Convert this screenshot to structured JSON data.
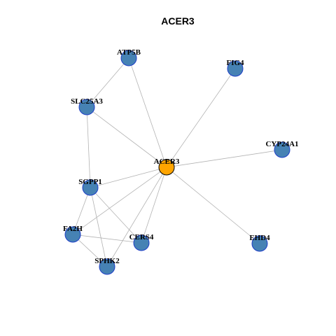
{
  "title": "ACER3",
  "colors": {
    "center_node": "#FFA500",
    "neighbor_node": "#4682B4",
    "node_border": "#1E3EC8",
    "center_border": "#000000",
    "edge": "#B3B3B3"
  },
  "nodes": [
    {
      "id": "ACER3",
      "label": "ACER3",
      "type": "center"
    },
    {
      "id": "ATP5B",
      "label": "ATP5B",
      "type": "neighbor"
    },
    {
      "id": "FIG4",
      "label": "FIG4",
      "type": "neighbor"
    },
    {
      "id": "SLC25A3",
      "label": "SLC25A3",
      "type": "neighbor"
    },
    {
      "id": "CYP24A1",
      "label": "CYP24A1",
      "type": "neighbor"
    },
    {
      "id": "SGPP1",
      "label": "SGPP1",
      "type": "neighbor"
    },
    {
      "id": "FA2H",
      "label": "FA2H",
      "type": "neighbor"
    },
    {
      "id": "CERS4",
      "label": "CERS4",
      "type": "neighbor"
    },
    {
      "id": "EHD4",
      "label": "EHD4",
      "type": "neighbor"
    },
    {
      "id": "SPHK2",
      "label": "SPHK2",
      "type": "neighbor"
    }
  ],
  "edges": [
    [
      "ACER3",
      "ATP5B"
    ],
    [
      "ACER3",
      "FIG4"
    ],
    [
      "ACER3",
      "SLC25A3"
    ],
    [
      "ACER3",
      "CYP24A1"
    ],
    [
      "ACER3",
      "SGPP1"
    ],
    [
      "ACER3",
      "FA2H"
    ],
    [
      "ACER3",
      "CERS4"
    ],
    [
      "ACER3",
      "EHD4"
    ],
    [
      "ACER3",
      "SPHK2"
    ],
    [
      "ATP5B",
      "SLC25A3"
    ],
    [
      "SLC25A3",
      "SGPP1"
    ],
    [
      "SGPP1",
      "FA2H"
    ],
    [
      "SGPP1",
      "CERS4"
    ],
    [
      "SGPP1",
      "SPHK2"
    ],
    [
      "FA2H",
      "CERS4"
    ],
    [
      "FA2H",
      "SPHK2"
    ]
  ]
}
